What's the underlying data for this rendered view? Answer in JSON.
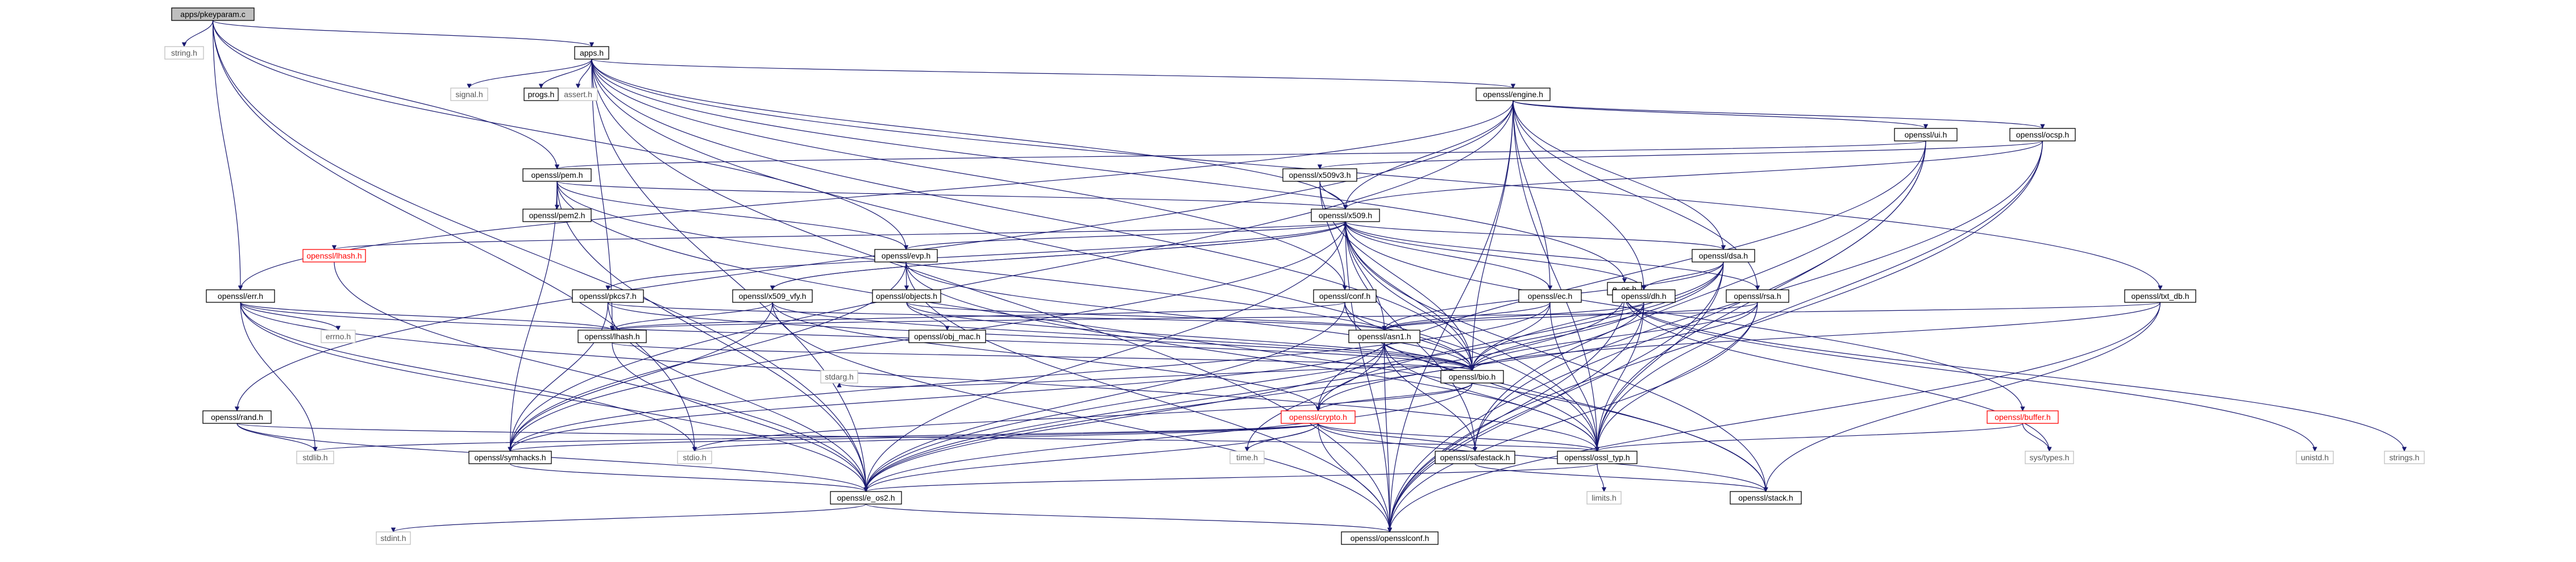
{
  "colors": {
    "edge": "#191970",
    "root_fill": "#bfbfbf",
    "node_border": "#000000",
    "red_border": "#ff0000",
    "system_border": "#bfbfbf"
  },
  "nodes": {
    "root": {
      "label": "apps/pkeyparam.c",
      "kind": "root"
    },
    "string_h": {
      "label": "string.h",
      "kind": "system"
    },
    "apps_h": {
      "label": "apps.h",
      "kind": "normal"
    },
    "signal_h": {
      "label": "signal.h",
      "kind": "system"
    },
    "progs_h": {
      "label": "progs.h",
      "kind": "normal"
    },
    "assert_h": {
      "label": "assert.h",
      "kind": "system"
    },
    "engine_h": {
      "label": "openssl/engine.h",
      "kind": "normal"
    },
    "e_os_h": {
      "label": "e_os.h",
      "kind": "normal"
    },
    "ui_h": {
      "label": "openssl/ui.h",
      "kind": "normal"
    },
    "ocsp_h": {
      "label": "openssl/ocsp.h",
      "kind": "normal"
    },
    "pem_h": {
      "label": "openssl/pem.h",
      "kind": "normal"
    },
    "x509v3_h": {
      "label": "openssl/x509v3.h",
      "kind": "normal"
    },
    "pem2_h": {
      "label": "openssl/pem2.h",
      "kind": "normal"
    },
    "x509_h": {
      "label": "openssl/x509.h",
      "kind": "normal"
    },
    "lhash_h": {
      "label": "openssl/lhash.h",
      "kind": "red"
    },
    "evp_h": {
      "label": "openssl/evp.h",
      "kind": "normal"
    },
    "dsa_h": {
      "label": "openssl/dsa.h",
      "kind": "normal"
    },
    "err_h": {
      "label": "openssl/err.h",
      "kind": "normal"
    },
    "pkcs7_h": {
      "label": "openssl/pkcs7.h",
      "kind": "normal"
    },
    "x509_vfy_h": {
      "label": "openssl/x509_vfy.h",
      "kind": "normal"
    },
    "objects_h": {
      "label": "openssl/objects.h",
      "kind": "normal"
    },
    "conf_h": {
      "label": "openssl/conf.h",
      "kind": "normal"
    },
    "ec_h": {
      "label": "openssl/ec.h",
      "kind": "normal"
    },
    "dh_h": {
      "label": "openssl/dh.h",
      "kind": "normal"
    },
    "rsa_h": {
      "label": "openssl/rsa.h",
      "kind": "normal"
    },
    "txt_db_h": {
      "label": "openssl/txt_db.h",
      "kind": "normal"
    },
    "errno_h": {
      "label": "errno.h",
      "kind": "system"
    },
    "obj_mac_h": {
      "label": "openssl/obj_mac.h",
      "kind": "normal"
    },
    "ossl_lhash_h": {
      "label": "openssl/lhash.h",
      "kind": "normal"
    },
    "asn1_h": {
      "label": "openssl/asn1.h",
      "kind": "normal"
    },
    "buffer_h": {
      "label": "openssl/buffer.h",
      "kind": "red"
    },
    "bio_h": {
      "label": "openssl/bio.h",
      "kind": "normal"
    },
    "stdarg_h": {
      "label": "stdarg.h",
      "kind": "system"
    },
    "rand_h": {
      "label": "openssl/rand.h",
      "kind": "normal"
    },
    "crypto_h": {
      "label": "openssl/crypto.h",
      "kind": "red"
    },
    "time_h": {
      "label": "time.h",
      "kind": "system"
    },
    "sys_types_h": {
      "label": "sys/types.h",
      "kind": "system"
    },
    "unistd_h": {
      "label": "unistd.h",
      "kind": "system"
    },
    "strings_h": {
      "label": "strings.h",
      "kind": "system"
    },
    "stdlib_h": {
      "label": "stdlib.h",
      "kind": "system"
    },
    "symhacks_h": {
      "label": "openssl/symhacks.h",
      "kind": "normal"
    },
    "stdio_h": {
      "label": "stdio.h",
      "kind": "system"
    },
    "safestack_h": {
      "label": "openssl/safestack.h",
      "kind": "normal"
    },
    "ossl_typ_h": {
      "label": "openssl/ossl_typ.h",
      "kind": "normal"
    },
    "limits_h": {
      "label": "limits.h",
      "kind": "system"
    },
    "stack_h": {
      "label": "openssl/stack.h",
      "kind": "normal"
    },
    "e_os2_h": {
      "label": "openssl/e_os2.h",
      "kind": "normal"
    },
    "stdint_h": {
      "label": "stdint.h",
      "kind": "system"
    },
    "opensslconf_h": {
      "label": "openssl/opensslconf.h",
      "kind": "normal"
    }
  },
  "edges": [
    [
      "root",
      "string_h"
    ],
    [
      "root",
      "apps_h"
    ],
    [
      "root",
      "pem_h"
    ],
    [
      "root",
      "err_h"
    ],
    [
      "root",
      "evp_h"
    ],
    [
      "root",
      "stdio_h"
    ],
    [
      "root",
      "e_os2_h"
    ],
    [
      "apps_h",
      "signal_h"
    ],
    [
      "apps_h",
      "progs_h"
    ],
    [
      "apps_h",
      "assert_h"
    ],
    [
      "apps_h",
      "engine_h"
    ],
    [
      "apps_h",
      "e_os_h"
    ],
    [
      "apps_h",
      "x509_h"
    ],
    [
      "apps_h",
      "txt_db_h"
    ],
    [
      "apps_h",
      "conf_h"
    ],
    [
      "apps_h",
      "ossl_lhash_h"
    ],
    [
      "apps_h",
      "bio_h"
    ],
    [
      "apps_h",
      "ossl_typ_h"
    ],
    [
      "apps_h",
      "e_os2_h"
    ],
    [
      "apps_h",
      "opensslconf_h"
    ],
    [
      "engine_h",
      "ui_h"
    ],
    [
      "engine_h",
      "ocsp_h"
    ],
    [
      "engine_h",
      "x509_h"
    ],
    [
      "engine_h",
      "err_h"
    ],
    [
      "engine_h",
      "rand_h"
    ],
    [
      "engine_h",
      "dsa_h"
    ],
    [
      "engine_h",
      "ec_h"
    ],
    [
      "engine_h",
      "dh_h"
    ],
    [
      "engine_h",
      "rsa_h"
    ],
    [
      "engine_h",
      "bio_h"
    ],
    [
      "engine_h",
      "symhacks_h"
    ],
    [
      "engine_h",
      "ossl_typ_h"
    ],
    [
      "engine_h",
      "opensslconf_h"
    ],
    [
      "e_os_h",
      "sys_types_h"
    ],
    [
      "e_os_h",
      "unistd_h"
    ],
    [
      "e_os_h",
      "strings_h"
    ],
    [
      "e_os_h",
      "e_os2_h"
    ],
    [
      "e_os_h",
      "opensslconf_h"
    ],
    [
      "ui_h",
      "pem_h"
    ],
    [
      "ui_h",
      "crypto_h"
    ],
    [
      "ui_h",
      "safestack_h"
    ],
    [
      "ui_h",
      "ossl_typ_h"
    ],
    [
      "ui_h",
      "opensslconf_h"
    ],
    [
      "ocsp_h",
      "x509v3_h"
    ],
    [
      "ocsp_h",
      "x509_h"
    ],
    [
      "ocsp_h",
      "safestack_h"
    ],
    [
      "ocsp_h",
      "ossl_typ_h"
    ],
    [
      "ocsp_h",
      "opensslconf_h"
    ],
    [
      "pem_h",
      "pem2_h"
    ],
    [
      "pem_h",
      "x509_h"
    ],
    [
      "pem_h",
      "evp_h"
    ],
    [
      "pem_h",
      "bio_h"
    ],
    [
      "pem_h",
      "stack_h"
    ],
    [
      "pem_h",
      "symhacks_h"
    ],
    [
      "pem_h",
      "e_os2_h"
    ],
    [
      "x509v3_h",
      "x509_h"
    ],
    [
      "x509v3_h",
      "conf_h"
    ],
    [
      "x509v3_h",
      "bio_h"
    ],
    [
      "x509_h",
      "lhash_h"
    ],
    [
      "x509_h",
      "evp_h"
    ],
    [
      "x509_h",
      "dsa_h"
    ],
    [
      "x509_h",
      "pkcs7_h"
    ],
    [
      "x509_h",
      "x509_vfy_h"
    ],
    [
      "x509_h",
      "ec_h"
    ],
    [
      "x509_h",
      "dh_h"
    ],
    [
      "x509_h",
      "rsa_h"
    ],
    [
      "x509_h",
      "asn1_h"
    ],
    [
      "x509_h",
      "buffer_h"
    ],
    [
      "x509_h",
      "bio_h"
    ],
    [
      "x509_h",
      "symhacks_h"
    ],
    [
      "x509_h",
      "safestack_h"
    ],
    [
      "x509_h",
      "ossl_typ_h"
    ],
    [
      "x509_h",
      "stack_h"
    ],
    [
      "x509_h",
      "e_os2_h"
    ],
    [
      "x509_h",
      "opensslconf_h"
    ],
    [
      "lhash_h",
      "e_os2_h"
    ],
    [
      "evp_h",
      "objects_h"
    ],
    [
      "evp_h",
      "bio_h"
    ],
    [
      "evp_h",
      "symhacks_h"
    ],
    [
      "evp_h",
      "ossl_typ_h"
    ],
    [
      "evp_h",
      "opensslconf_h"
    ],
    [
      "dsa_h",
      "dh_h"
    ],
    [
      "dsa_h",
      "asn1_h"
    ],
    [
      "dsa_h",
      "bio_h"
    ],
    [
      "dsa_h",
      "crypto_h"
    ],
    [
      "dsa_h",
      "ossl_typ_h"
    ],
    [
      "dsa_h",
      "e_os2_h"
    ],
    [
      "dsa_h",
      "opensslconf_h"
    ],
    [
      "err_h",
      "errno_h"
    ],
    [
      "err_h",
      "ossl_lhash_h"
    ],
    [
      "err_h",
      "bio_h"
    ],
    [
      "err_h",
      "stdlib_h"
    ],
    [
      "err_h",
      "stdio_h"
    ],
    [
      "err_h",
      "ossl_typ_h"
    ],
    [
      "err_h",
      "e_os2_h"
    ],
    [
      "pkcs7_h",
      "asn1_h"
    ],
    [
      "pkcs7_h",
      "bio_h"
    ],
    [
      "pkcs7_h",
      "symhacks_h"
    ],
    [
      "pkcs7_h",
      "e_os2_h"
    ],
    [
      "x509_vfy_h",
      "x509_h"
    ],
    [
      "x509_vfy_h",
      "ossl_lhash_h"
    ],
    [
      "x509_vfy_h",
      "bio_h"
    ],
    [
      "x509_vfy_h",
      "crypto_h"
    ],
    [
      "x509_vfy_h",
      "symhacks_h"
    ],
    [
      "x509_vfy_h",
      "opensslconf_h"
    ],
    [
      "objects_h",
      "obj_mac_h"
    ],
    [
      "objects_h",
      "asn1_h"
    ],
    [
      "objects_h",
      "bio_h"
    ],
    [
      "conf_h",
      "ossl_lhash_h"
    ],
    [
      "conf_h",
      "bio_h"
    ],
    [
      "conf_h",
      "ossl_typ_h"
    ],
    [
      "conf_h",
      "e_os2_h"
    ],
    [
      "conf_h",
      "stack_h"
    ],
    [
      "ec_h",
      "asn1_h"
    ],
    [
      "ec_h",
      "bio_h"
    ],
    [
      "ec_h",
      "symhacks_h"
    ],
    [
      "ec_h",
      "ossl_typ_h"
    ],
    [
      "dh_h",
      "asn1_h"
    ],
    [
      "dh_h",
      "bio_h"
    ],
    [
      "dh_h",
      "ossl_typ_h"
    ],
    [
      "dh_h",
      "e_os2_h"
    ],
    [
      "dh_h",
      "opensslconf_h"
    ],
    [
      "rsa_h",
      "asn1_h"
    ],
    [
      "rsa_h",
      "bio_h"
    ],
    [
      "rsa_h",
      "crypto_h"
    ],
    [
      "rsa_h",
      "ossl_typ_h"
    ],
    [
      "rsa_h",
      "opensslconf_h"
    ],
    [
      "txt_db_h",
      "ossl_lhash_h"
    ],
    [
      "txt_db_h",
      "bio_h"
    ],
    [
      "txt_db_h",
      "stack_h"
    ],
    [
      "txt_db_h",
      "opensslconf_h"
    ],
    [
      "ossl_lhash_h",
      "bio_h"
    ],
    [
      "ossl_lhash_h",
      "e_os2_h"
    ],
    [
      "asn1_h",
      "bio_h"
    ],
    [
      "asn1_h",
      "time_h"
    ],
    [
      "asn1_h",
      "symhacks_h"
    ],
    [
      "asn1_h",
      "safestack_h"
    ],
    [
      "asn1_h",
      "ossl_typ_h"
    ],
    [
      "asn1_h",
      "e_os2_h"
    ],
    [
      "asn1_h",
      "opensslconf_h"
    ],
    [
      "buffer_h",
      "sys_types_h"
    ],
    [
      "buffer_h",
      "ossl_typ_h"
    ],
    [
      "bio_h",
      "crypto_h"
    ],
    [
      "bio_h",
      "stdarg_h"
    ],
    [
      "bio_h",
      "stdio_h"
    ],
    [
      "bio_h",
      "e_os2_h"
    ],
    [
      "rand_h",
      "stdlib_h"
    ],
    [
      "rand_h",
      "ossl_typ_h"
    ],
    [
      "rand_h",
      "e_os2_h"
    ],
    [
      "crypto_h",
      "time_h"
    ],
    [
      "crypto_h",
      "stdlib_h"
    ],
    [
      "crypto_h",
      "symhacks_h"
    ],
    [
      "crypto_h",
      "stdio_h"
    ],
    [
      "crypto_h",
      "safestack_h"
    ],
    [
      "crypto_h",
      "ossl_typ_h"
    ],
    [
      "crypto_h",
      "stack_h"
    ],
    [
      "crypto_h",
      "e_os2_h"
    ],
    [
      "crypto_h",
      "opensslconf_h"
    ],
    [
      "symhacks_h",
      "e_os2_h"
    ],
    [
      "safestack_h",
      "stack_h"
    ],
    [
      "ossl_typ_h",
      "limits_h"
    ],
    [
      "ossl_typ_h",
      "e_os2_h"
    ],
    [
      "e_os2_h",
      "stdint_h"
    ],
    [
      "e_os2_h",
      "opensslconf_h"
    ]
  ]
}
